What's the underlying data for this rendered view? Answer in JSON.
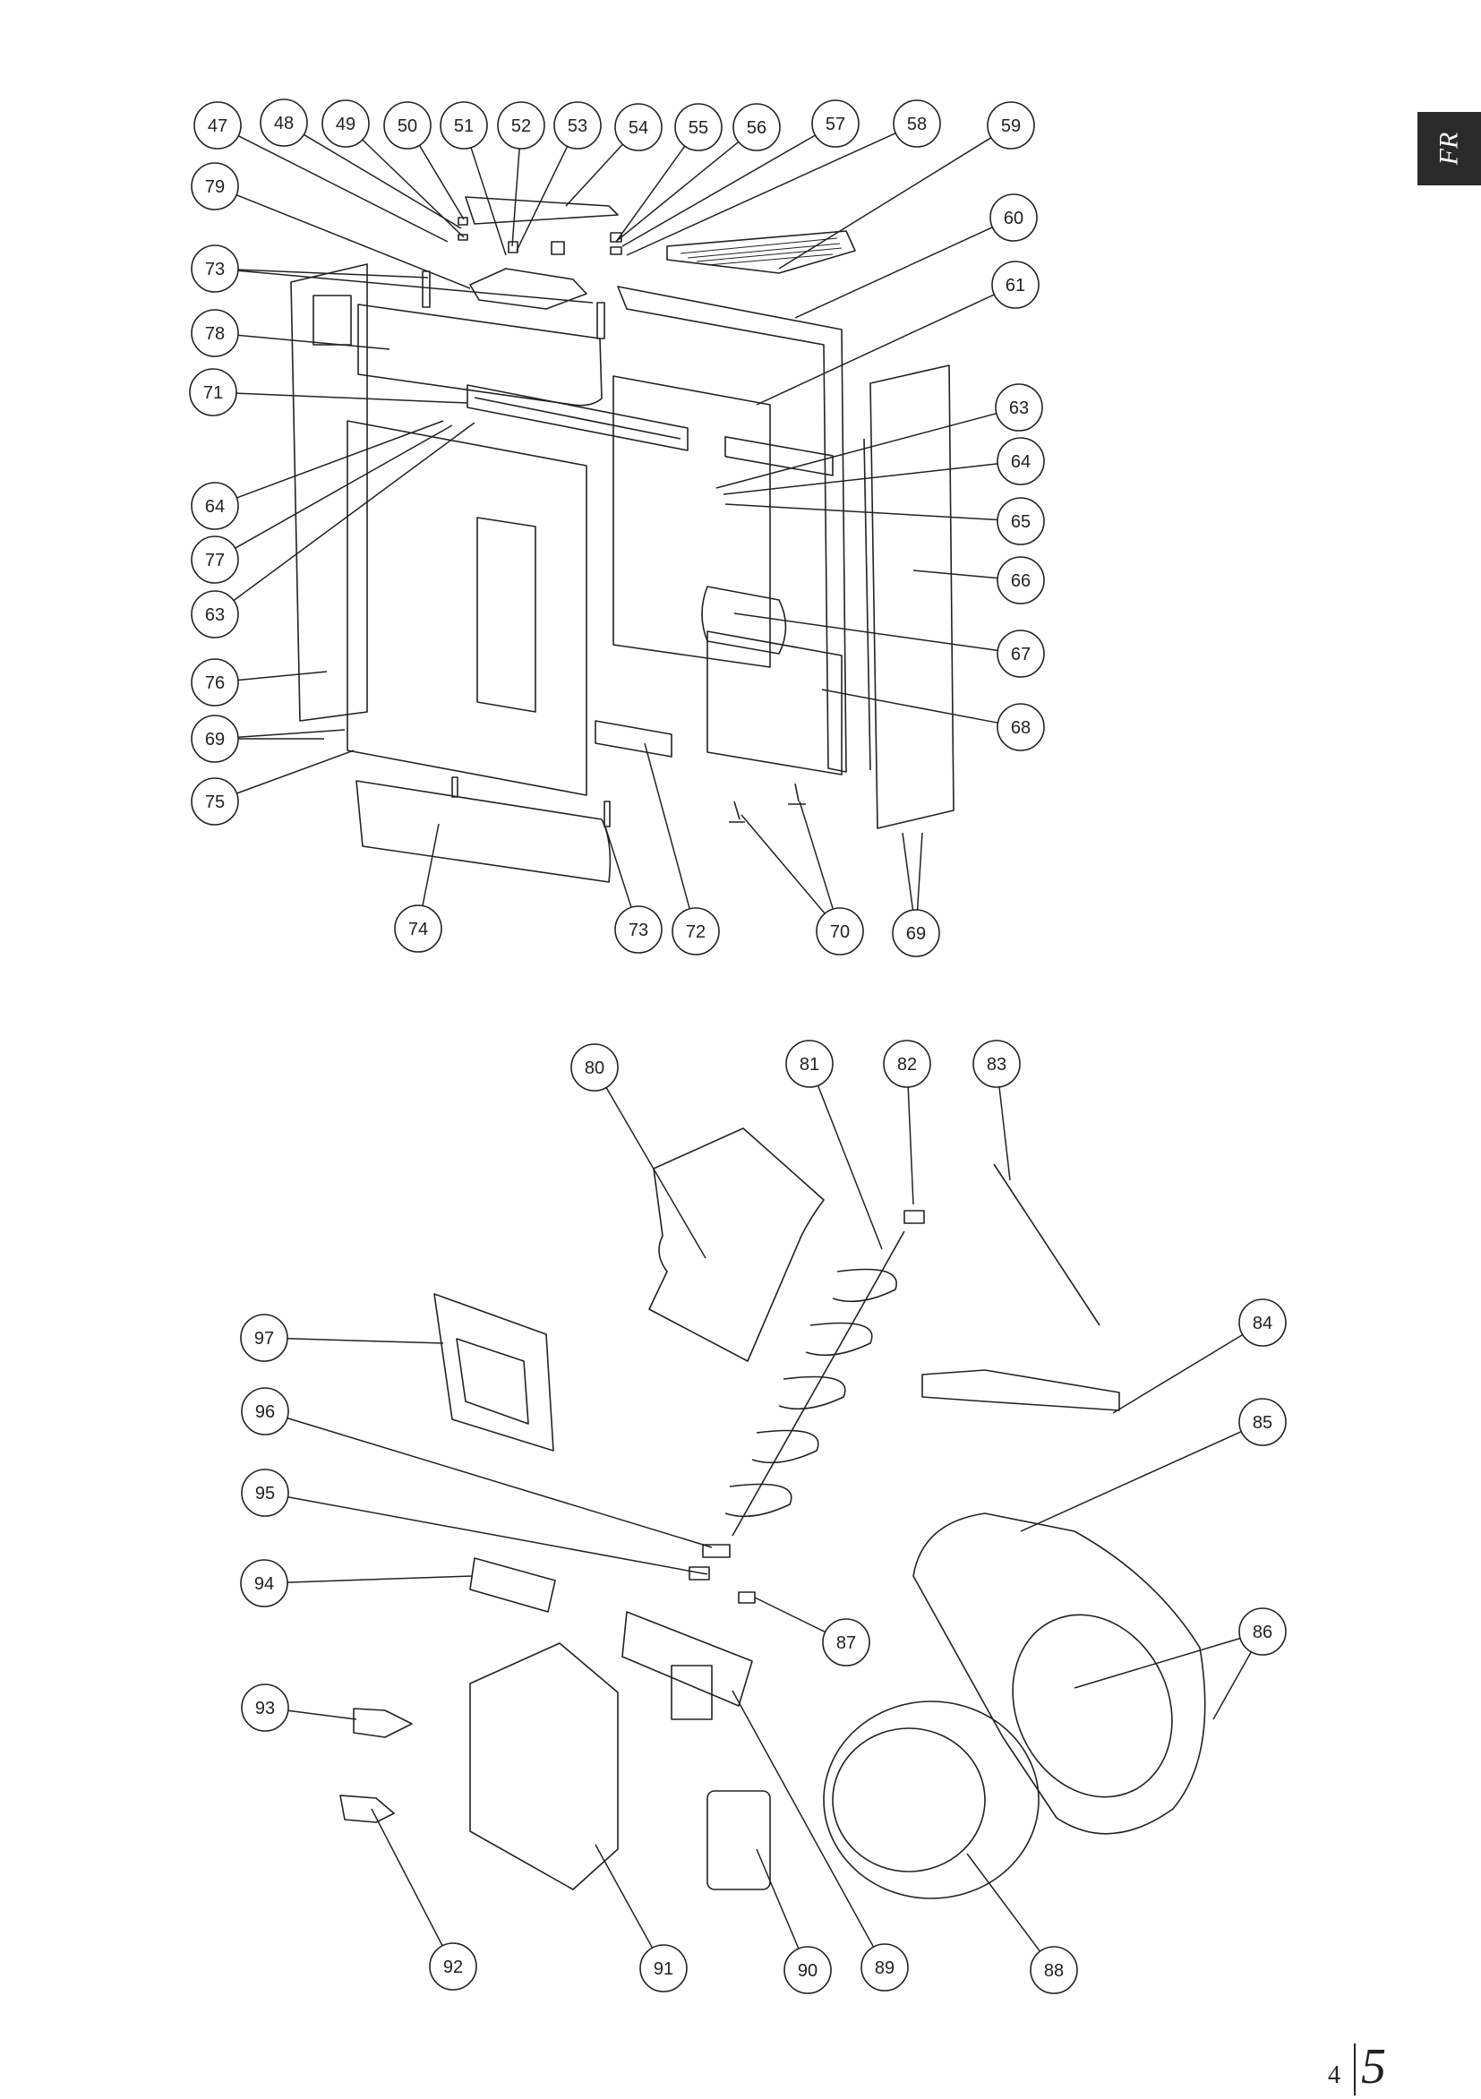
{
  "language_tab": "FR",
  "page_number": {
    "left": "4",
    "right": "5"
  },
  "colors": {
    "line": "#222222",
    "callout_fill": "#ffffff",
    "tab_bg": "#2a2a2a"
  },
  "callouts": [
    {
      "label": "47"
    },
    {
      "label": "48"
    },
    {
      "label": "49"
    },
    {
      "label": "50"
    },
    {
      "label": "51"
    },
    {
      "label": "52"
    },
    {
      "label": "53"
    },
    {
      "label": "54"
    },
    {
      "label": "55"
    },
    {
      "label": "56"
    },
    {
      "label": "57"
    },
    {
      "label": "58"
    },
    {
      "label": "59"
    },
    {
      "label": "60"
    },
    {
      "label": "61"
    },
    {
      "label": "63"
    },
    {
      "label": "64"
    },
    {
      "label": "65"
    },
    {
      "label": "66"
    },
    {
      "label": "67"
    },
    {
      "label": "68"
    },
    {
      "label": "79"
    },
    {
      "label": "73"
    },
    {
      "label": "78"
    },
    {
      "label": "71"
    },
    {
      "label": "64"
    },
    {
      "label": "77"
    },
    {
      "label": "63"
    },
    {
      "label": "76"
    },
    {
      "label": "69"
    },
    {
      "label": "75"
    },
    {
      "label": "74"
    },
    {
      "label": "73"
    },
    {
      "label": "72"
    },
    {
      "label": "70"
    },
    {
      "label": "69"
    },
    {
      "label": "80"
    },
    {
      "label": "81"
    },
    {
      "label": "82"
    },
    {
      "label": "83"
    },
    {
      "label": "84"
    },
    {
      "label": "85"
    },
    {
      "label": "86"
    },
    {
      "label": "87"
    },
    {
      "label": "97"
    },
    {
      "label": "96"
    },
    {
      "label": "95"
    },
    {
      "label": "94"
    },
    {
      "label": "93"
    },
    {
      "label": "92"
    },
    {
      "label": "91"
    },
    {
      "label": "90"
    },
    {
      "label": "89"
    },
    {
      "label": "88"
    }
  ]
}
